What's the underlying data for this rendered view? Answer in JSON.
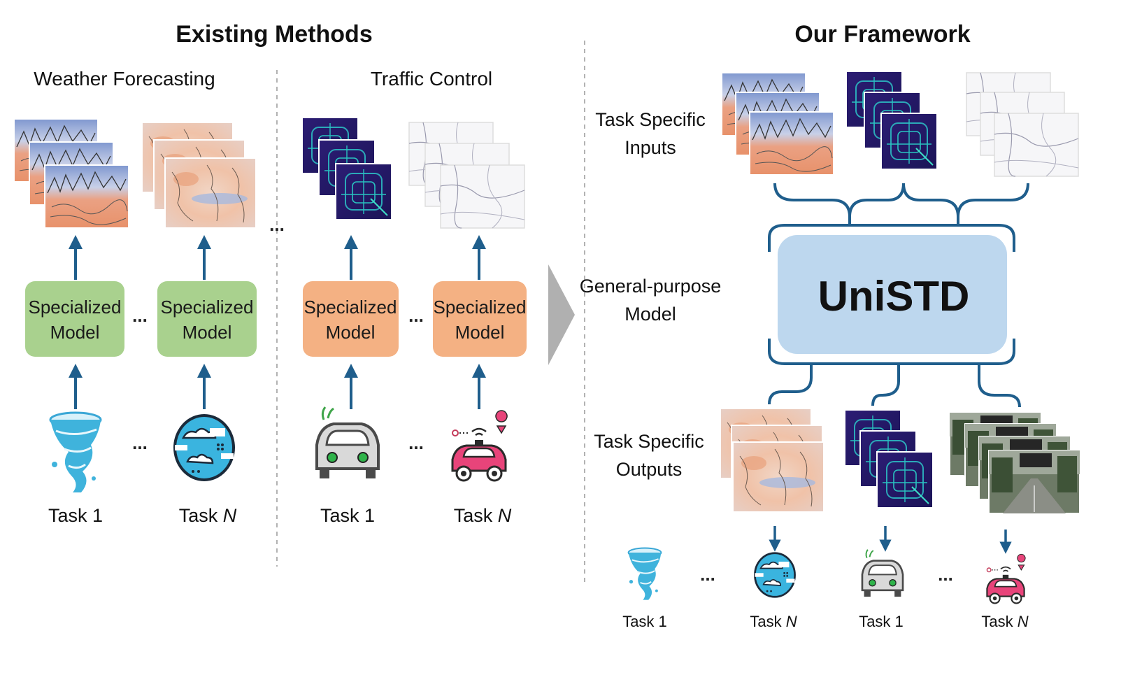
{
  "left": {
    "title": "Existing Methods",
    "groups": [
      {
        "title": "Weather Forecasting",
        "model_label_line1": "Specialized",
        "model_label_line2": "Model",
        "color": "#a9d18e",
        "task_first": "Task 1",
        "task_last_prefix": "Task ",
        "task_last_var": "N",
        "icons": [
          "tornado-icon",
          "globe-weather-icon"
        ]
      },
      {
        "title": "Traffic Control",
        "model_label_line1": "Specialized",
        "model_label_line2": "Model",
        "color": "#f4b183",
        "task_first": "Task 1",
        "task_last_prefix": "Task ",
        "task_last_var": "N",
        "icons": [
          "car-grey-icon",
          "car-pink-icon"
        ]
      }
    ],
    "ellipsis": "..."
  },
  "right": {
    "title": "Our Framework",
    "row_inputs_line1": "Task Specific",
    "row_inputs_line2": "Inputs",
    "row_model_line1": "General-purpose",
    "row_model_line2": "Model",
    "row_outputs_line1": "Task Specific",
    "row_outputs_line2": "Outputs",
    "model_name": "UniSTD",
    "model_color": "#bdd7ee",
    "tasks": [
      {
        "prefix": "Task ",
        "var": "",
        "num": "1",
        "icon": "tornado-icon"
      },
      {
        "prefix": "Task ",
        "var": "N",
        "num": "",
        "icon": "globe-weather-icon"
      },
      {
        "prefix": "Task ",
        "var": "",
        "num": "1",
        "icon": "car-grey-icon"
      },
      {
        "prefix": "Task ",
        "var": "N",
        "num": "",
        "icon": "car-pink-icon"
      }
    ],
    "ellipsis": "..."
  },
  "colors": {
    "arrow": "#1f5e8c",
    "bracket": "#1f5e8c",
    "separator": "#999999",
    "chevron": "#b0b0b0",
    "weather_warm": "#e8916a",
    "weather_cool": "#7f97cf",
    "traffic_dark": "#2a1a6a",
    "traffic_line": "#29c3c0"
  }
}
